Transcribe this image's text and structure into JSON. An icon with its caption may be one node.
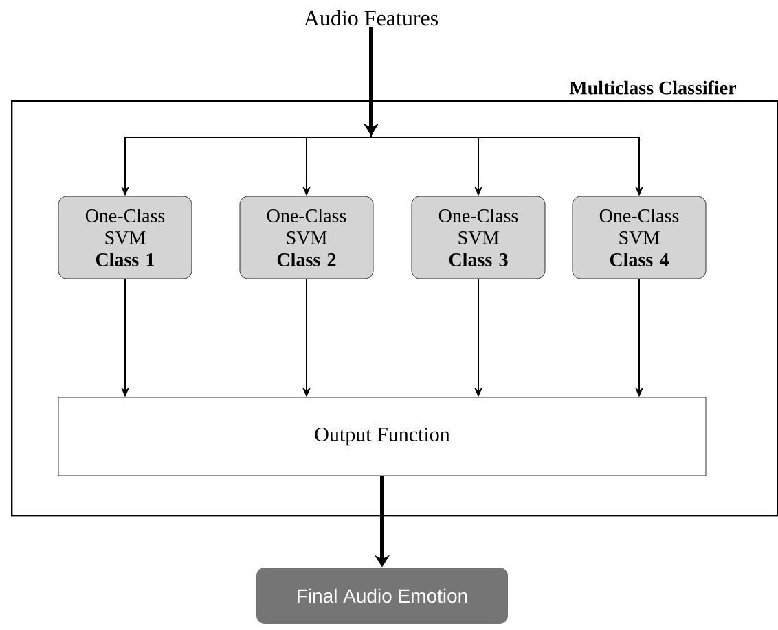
{
  "diagram": {
    "nodes": [
      {
        "text": [
          "Audio Features"
        ]
      },
      {
        "text": [
          "Multiclass Classifier"
        ]
      },
      {
        "text": [
          "One-Class SVM",
          "Class 1"
        ],
        "in": 1
      },
      {
        "text": [
          "One-Class SVM",
          "Class 2"
        ],
        "in": 1
      },
      {
        "text": [
          "One-Class SVM",
          "Class 3"
        ],
        "in": 1
      },
      {
        "text": [
          "One-Class SVM",
          "Class 4"
        ],
        "in": 1
      },
      {
        "text": [
          "Output Function"
        ],
        "in": 1
      },
      {
        "text": [
          "Final Audio Emotion"
        ]
      }
    ],
    "edges": [
      {
        "from": 0,
        "to": 2,
        "arrow": "to"
      },
      {
        "from": 0,
        "to": 3,
        "arrow": "to"
      },
      {
        "from": 0,
        "to": 4,
        "arrow": "to"
      },
      {
        "from": 0,
        "to": 5,
        "arrow": "to"
      },
      {
        "from": 2,
        "to": 6,
        "arrow": "to"
      },
      {
        "from": 3,
        "to": 6,
        "arrow": "to"
      },
      {
        "from": 4,
        "to": 6,
        "arrow": "to"
      },
      {
        "from": 5,
        "to": 6,
        "arrow": "to"
      },
      {
        "from": 6,
        "to": 7,
        "arrow": "to",
        "style": "thick"
      }
    ]
  }
}
